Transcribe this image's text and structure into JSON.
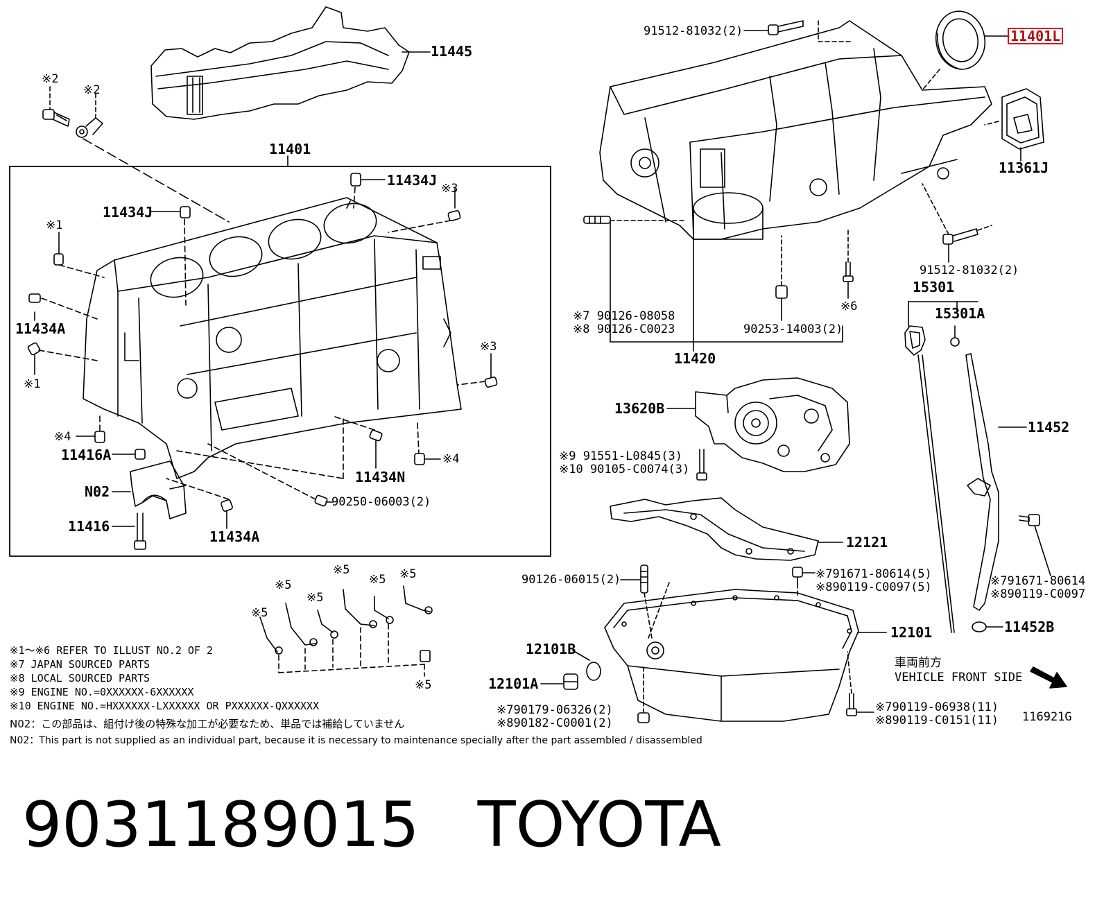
{
  "callouts": {
    "p11445": "11445",
    "p11401": "11401",
    "p11401L": "11401L",
    "p11361J": "11361J",
    "p11434J_a": "11434J",
    "p11434J_b": "11434J",
    "p11434A_a": "11434A",
    "p11434A_b": "11434A",
    "p11434N": "11434N",
    "p11416A": "11416A",
    "pN02": "N02",
    "p11416": "11416",
    "p90250": "90250-06003(2)",
    "p91512_a": "91512-81032(2)",
    "p91512_b": "91512-81032(2)",
    "p90126_08058": "※7 90126-08058",
    "p90126_C0023": "※8 90126-C0023",
    "p90253": "90253-14003(2)",
    "p11420": "11420",
    "p15301": "15301",
    "p15301A": "15301A",
    "p11452": "11452",
    "p11452B": "11452B",
    "p13620B": "13620B",
    "p91551": "※9  91551-L0845(3)",
    "p90105": "※10 90105-C0074(3)",
    "p12121": "12121",
    "p90126_06015": "90126-06015(2)",
    "p91671_a": "※791671-80614(5)",
    "p90119_a": "※890119-C0097(5)",
    "p91671_b": "※791671-80614",
    "p90119_b": "※890119-C0097",
    "p12101": "12101",
    "p12101B": "12101B",
    "p12101A": "12101A",
    "p90179": "※790179-06326(2)",
    "p90182": "※890182-C0001(2)",
    "p90119_06938": "※790119-06938(11)",
    "p90119_C0151": "※890119-C0151(11)",
    "vehicle_front_jp": "車両前方",
    "vehicle_front_en": "VEHICLE FRONT SIDE",
    "ref_code": "116921G"
  },
  "marks": {
    "m2a": "※2",
    "m2b": "※2",
    "m1a": "※1",
    "m1b": "※1",
    "m3a": "※3",
    "m3b": "※3",
    "m4a": "※4",
    "m4b": "※4",
    "m6": "※6",
    "m5a": "※5",
    "m5b": "※5",
    "m5c": "※5",
    "m5d": "※5",
    "m5e": "※5",
    "m5f": "※5",
    "m5g": "※5"
  },
  "notes": [
    "※1～※6 REFER TO ILLUST NO.2 OF 2",
    "※7 JAPAN SOURCED PARTS",
    "※8 LOCAL SOURCED PARTS",
    "※9 ENGINE NO.=0XXXXXX-6XXXXXX",
    "※10 ENGINE NO.=HXXXXXX-LXXXXXX OR PXXXXXX-QXXXXXX",
    "N02：この部品は、組付け後の特殊な加工が必要なため、単品では補給していません",
    "N02：This part is not supplied as an individual part, because it is necessary to maintenance specially after the part assembled / disassembled"
  ],
  "footer": {
    "part_number": "9031189015",
    "brand": "TOYOTA"
  }
}
